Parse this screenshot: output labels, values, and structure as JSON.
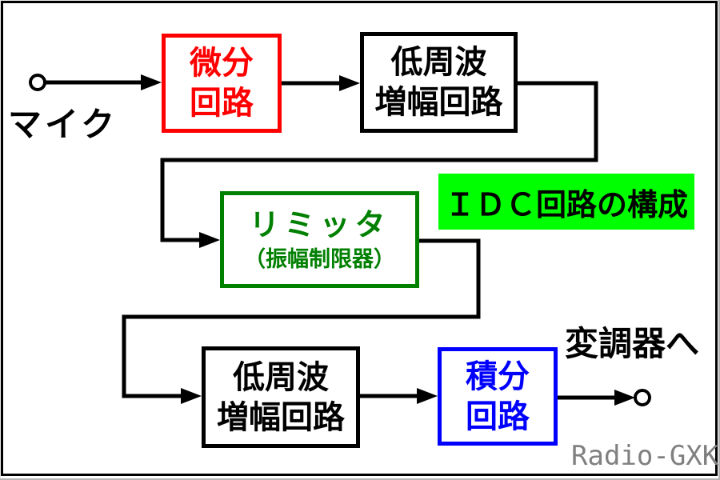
{
  "diagram_title": {
    "text": "ＩＤＣ回路の構成",
    "bg_color": "#00ff00",
    "text_color": "#000000"
  },
  "input_terminal": {
    "label": "マイク"
  },
  "output_terminal": {
    "label": "変調器へ"
  },
  "watermark": {
    "text": "Radio-GXK",
    "color": "#808080"
  },
  "blocks": {
    "differentiator": {
      "line1": "微分",
      "line2": "回路",
      "color": "#ff0000"
    },
    "af_amp_top": {
      "line1": "低周波",
      "line2": "増幅回路",
      "color": "#000000"
    },
    "limiter": {
      "title": "リミッタ",
      "subtitle": "（振幅制限器）",
      "color": "#008000"
    },
    "af_amp_bottom": {
      "line1": "低周波",
      "line2": "増幅回路",
      "color": "#000000"
    },
    "integrator": {
      "line1": "積分",
      "line2": "回路",
      "color": "#0000ff"
    }
  },
  "wire_color": "#000000"
}
